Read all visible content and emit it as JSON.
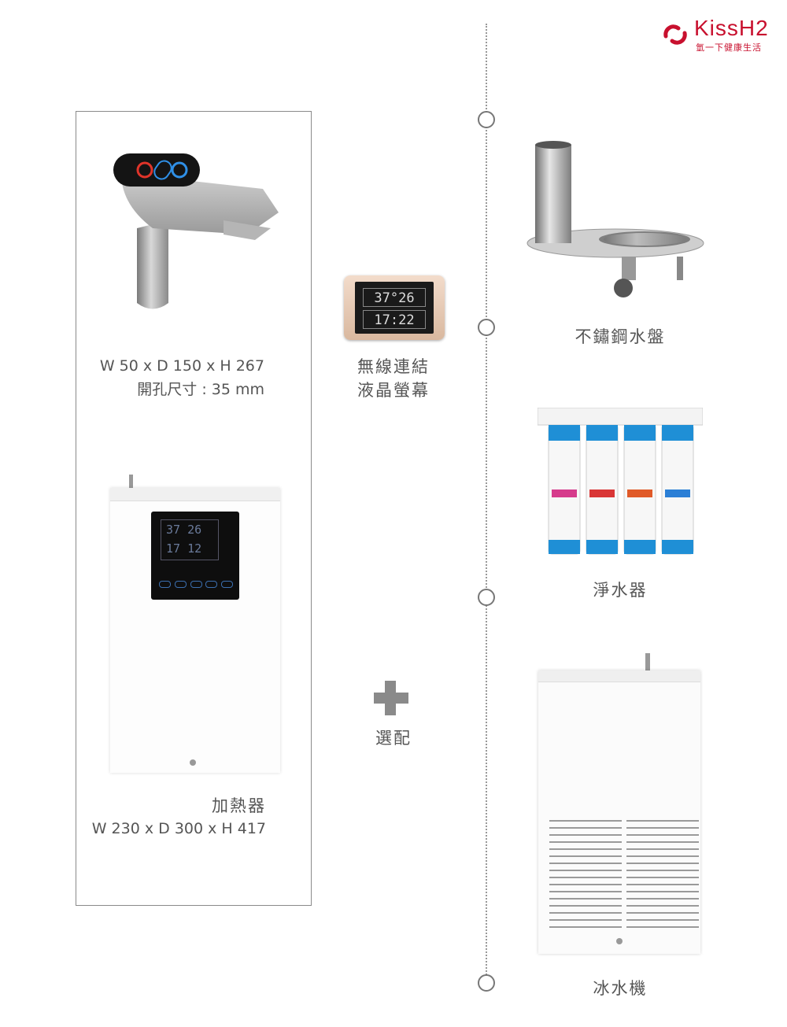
{
  "brand": {
    "name": "KissH2",
    "tagline": "氫一下健康生活",
    "color": "#c8102e"
  },
  "faucet": {
    "dimensions": "W 50 x D 150 x H 267",
    "hole_size": "開孔尺寸 : 35 mm"
  },
  "wireless_display": {
    "temp": "37°26",
    "time": "17:22",
    "label_line1": "無線連結",
    "label_line2": "液晶螢幕"
  },
  "heater": {
    "lcd_line1": "37 26",
    "lcd_line2": "17 12",
    "name": "加熱器",
    "dimensions": "W 230 x D 300 x H 417"
  },
  "optional": {
    "label": "選配"
  },
  "accessories": [
    {
      "name": "不鏽鋼水盤"
    },
    {
      "name": "淨水器"
    },
    {
      "name": "冰水機"
    }
  ]
}
